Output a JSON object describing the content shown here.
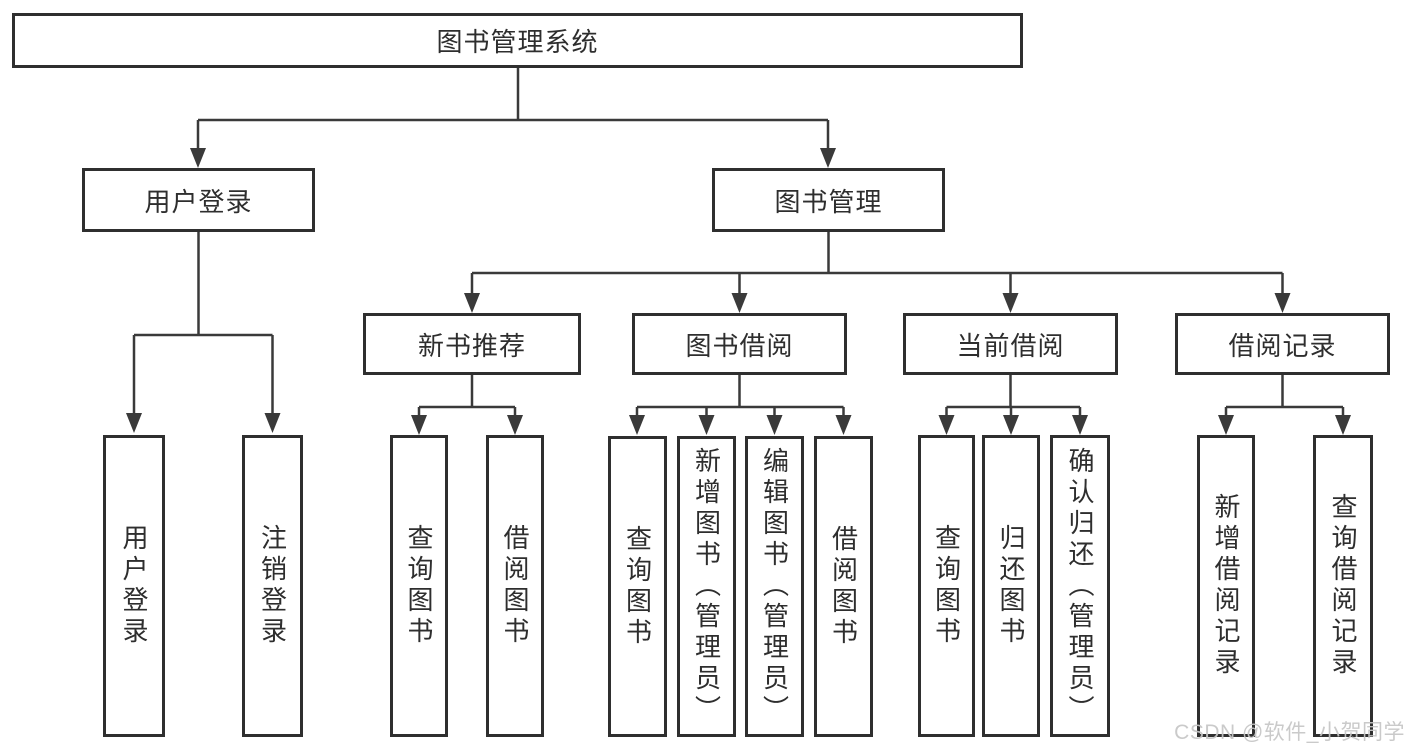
{
  "diagram": {
    "root": {
      "label": "图书管理系统"
    },
    "branches": [
      {
        "label": "用户登录",
        "children": [
          {
            "label": "用户登录"
          },
          {
            "label": "注销登录"
          }
        ]
      },
      {
        "label": "图书管理",
        "children": [
          {
            "label": "新书推荐",
            "children": [
              {
                "label": "查询图书"
              },
              {
                "label": "借阅图书"
              }
            ]
          },
          {
            "label": "图书借阅",
            "children": [
              {
                "label": "查询图书"
              },
              {
                "label": "新增图书（管理员）"
              },
              {
                "label": "编辑图书（管理员）"
              },
              {
                "label": "借阅图书"
              }
            ]
          },
          {
            "label": "当前借阅",
            "children": [
              {
                "label": "查询图书"
              },
              {
                "label": "归还图书"
              },
              {
                "label": "确认归还（管理员）"
              }
            ]
          },
          {
            "label": "借阅记录",
            "children": [
              {
                "label": "新增借阅记录"
              },
              {
                "label": "查询借阅记录"
              }
            ]
          }
        ]
      }
    ],
    "watermark": "CSDN @软件_小贺同学",
    "colors": {
      "line": "#3a3a3a",
      "border": "#2f2f2f",
      "text": "#2e2e2e",
      "background": "#ffffff",
      "watermark": "#c6c6c6"
    }
  }
}
